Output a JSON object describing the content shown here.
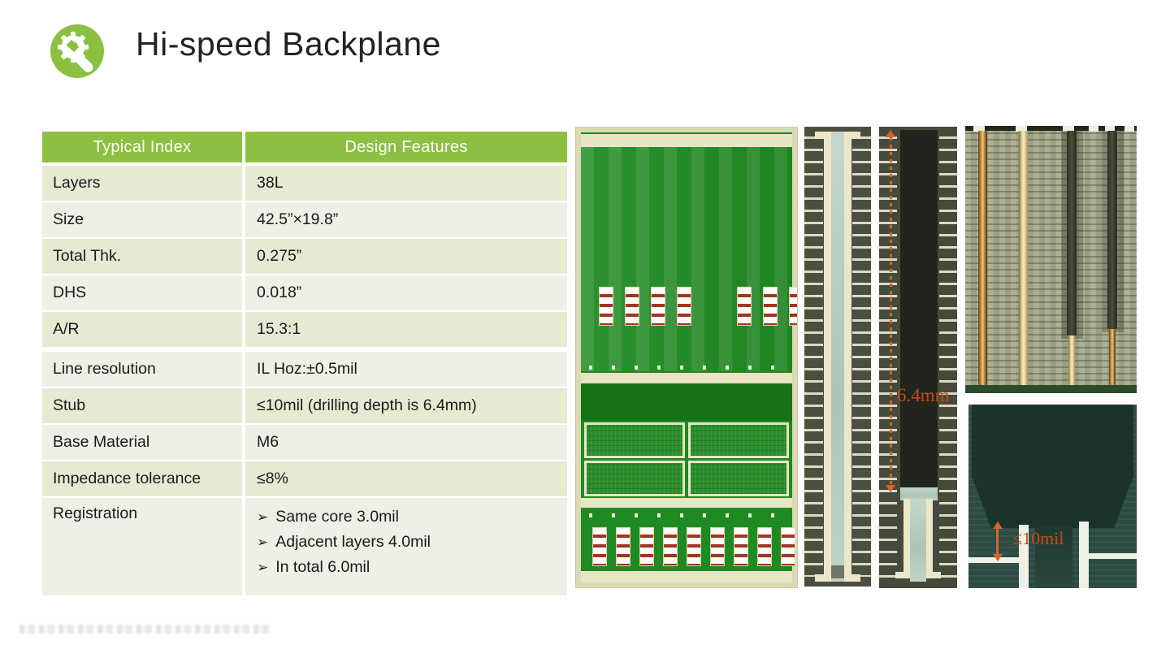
{
  "slide": {
    "title": "Hi-speed Backplane"
  },
  "icon": {
    "name": "gear-wrench",
    "bg": "#8DC042"
  },
  "table": {
    "headers": [
      "Typical Index",
      "Design Features"
    ],
    "bullet_char": "➢",
    "rows": [
      {
        "label": "Layers",
        "value": "38L"
      },
      {
        "label": "Size",
        "value": "42.5”×19.8”"
      },
      {
        "label": "Total Thk.",
        "value": "0.275”"
      },
      {
        "label": "DHS",
        "value": "0.018”"
      },
      {
        "label": "A/R",
        "value": "15.3:1"
      },
      {
        "label": "Line resolution",
        "value": "IL Hoz:±0.5mil"
      },
      {
        "label": "Stub",
        "value": "≤10mil  (drilling depth is 6.4mm)"
      },
      {
        "label": "Base Material",
        "value": "M6"
      },
      {
        "label": "Impedance tolerance",
        "value": "≤8%"
      },
      {
        "label": "Registration",
        "items": [
          "Same core 3.0mil",
          "Adjacent layers 4.0mil",
          "In total 6.0mil"
        ]
      }
    ]
  },
  "annotations": {
    "drill_depth": "6.4mm",
    "stub_limit": "≤10mil"
  },
  "colors": {
    "accent_green": "#8DC042",
    "row_green_dark": "#e5ebd3",
    "row_green_light": "#edf0e6",
    "annotation_orange": "#c84b1a"
  }
}
